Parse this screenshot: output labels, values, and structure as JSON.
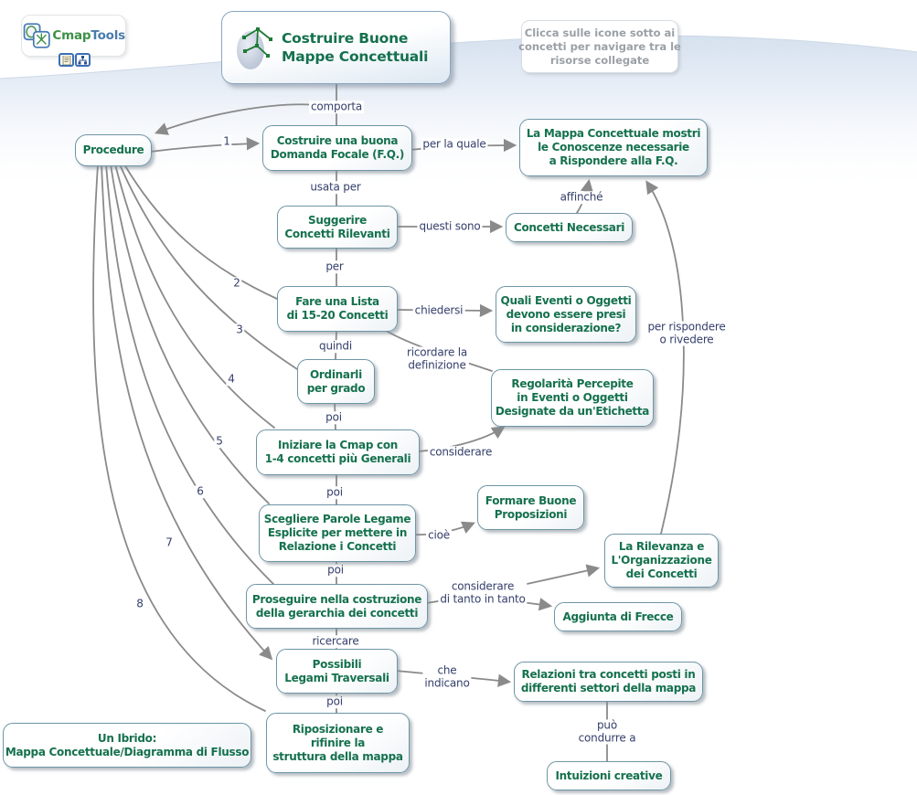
{
  "logo": {
    "brand_cmap": "Cmap",
    "brand_tools": "Tools",
    "icons": {
      "logo_icon": "cmaptools-logo-icon",
      "doc_icon": "document-resource-icon",
      "tree_icon": "hierarchy-resource-icon",
      "sketch_icon": "concept-map-sketch-icon"
    }
  },
  "title": "Costruire Buone\nMappe Concettuali",
  "hint": "Clicca sulle icone sotto ai\nconcetti per navigare tra le\nrisorse collegate",
  "nodes": [
    {
      "id": "procedure",
      "text": "Procedure"
    },
    {
      "id": "domanda-focale",
      "text": "Costruire una buona\nDomanda Focale (F.Q.)"
    },
    {
      "id": "mappa-conoscenze",
      "text": "La Mappa Concettuale mostri\nle Conoscenze necessarie\na Rispondere alla F.Q."
    },
    {
      "id": "suggerire-concetti",
      "text": "Suggerire\nConcetti Rilevanti"
    },
    {
      "id": "concetti-necessari",
      "text": "Concetti Necessari"
    },
    {
      "id": "fare-lista",
      "text": "Fare una Lista\ndi 15-20 Concetti"
    },
    {
      "id": "quali-eventi",
      "text": "Quali Eventi o Oggetti\ndevono essere presi\nin considerazione?"
    },
    {
      "id": "ordinarli",
      "text": "Ordinarli\nper grado"
    },
    {
      "id": "regolarita",
      "text": "Regolarità Percepite\nin Eventi o Oggetti\nDesignate da un'Etichetta"
    },
    {
      "id": "iniziare-cmap",
      "text": "Iniziare la Cmap con\n1-4 concetti più Generali"
    },
    {
      "id": "formare-proposizioni",
      "text": "Formare Buone\nProposizioni"
    },
    {
      "id": "scegliere-parole",
      "text": "Scegliere Parole Legame\nEsplicite per mettere in\nRelazione i Concetti"
    },
    {
      "id": "rilevanza",
      "text": "La Rilevanza e\nL'Organizzazione\ndei Concetti"
    },
    {
      "id": "proseguire",
      "text": "Proseguire nella costruzione\ndella gerarchia dei concetti"
    },
    {
      "id": "aggiunta-frecce",
      "text": "Aggiunta di Frecce"
    },
    {
      "id": "possibili-legami",
      "text": "Possibili\nLegami Traversali"
    },
    {
      "id": "relazioni",
      "text": "Relazioni tra concetti posti in\ndifferenti settori della mappa"
    },
    {
      "id": "riposizionare",
      "text": "Riposizionare e\nrifinire la\nstruttura della mappa"
    },
    {
      "id": "un-ibrido",
      "text": "Un Ibrido:\nMappa Concettuale/Diagramma di Flusso"
    },
    {
      "id": "intuizioni",
      "text": "Intuizioni creative"
    }
  ],
  "labels": [
    {
      "text": "comporta"
    },
    {
      "text": "1"
    },
    {
      "text": "per la quale"
    },
    {
      "text": "usata per"
    },
    {
      "text": "questi sono"
    },
    {
      "text": "affinché"
    },
    {
      "text": "per"
    },
    {
      "text": "chiedersi"
    },
    {
      "text": "quindi"
    },
    {
      "text": "ricordare la\ndefinizione"
    },
    {
      "text": "2"
    },
    {
      "text": "3"
    },
    {
      "text": "4"
    },
    {
      "text": "poi"
    },
    {
      "text": "considerare"
    },
    {
      "text": "5"
    },
    {
      "text": "poi"
    },
    {
      "text": "cioè"
    },
    {
      "text": "6"
    },
    {
      "text": "poi"
    },
    {
      "text": "considerare\ndi tanto in tanto"
    },
    {
      "text": "7"
    },
    {
      "text": "ricercare"
    },
    {
      "text": "che\nindicano"
    },
    {
      "text": "8"
    },
    {
      "text": "poi"
    },
    {
      "text": "per rispondere\no rivedere"
    },
    {
      "text": "può\ncondurre a"
    }
  ],
  "colors": {
    "concept_text_green": "#15714e",
    "box_border_steel_blue": "#6e95a6",
    "title_border_blue": "#8aa6c0",
    "label_navy": "#343f6b",
    "line_gray": "#8a8a8a",
    "hint_gray": "#9aa0a6",
    "swoosh_blue": "#d6e1ef",
    "brand_green": "#3d9147",
    "brand_blue": "#4a7cab"
  }
}
